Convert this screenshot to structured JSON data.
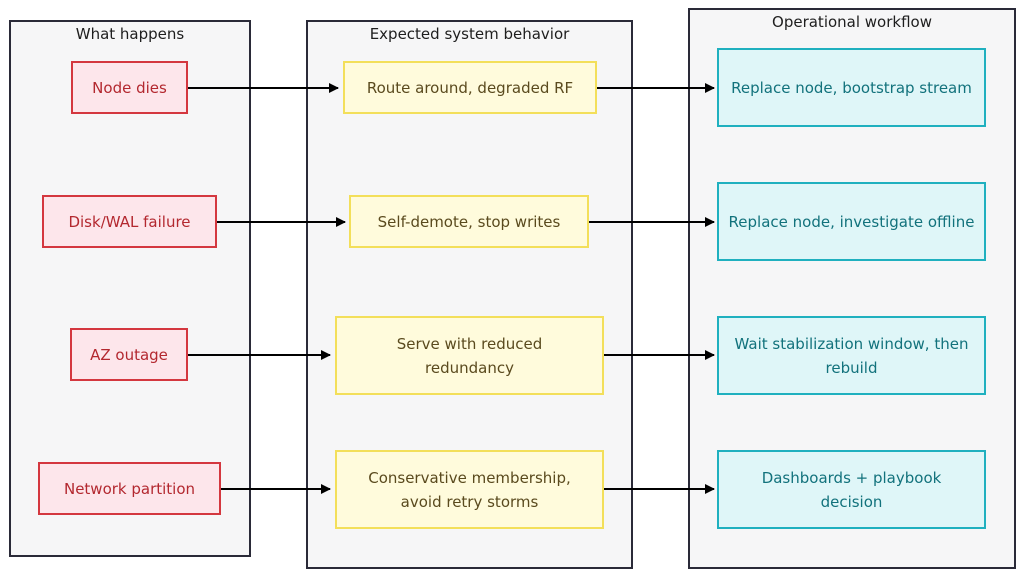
{
  "lanes": {
    "what_happens": "What happens",
    "expected": "Expected system behavior",
    "workflow": "Operational workflow"
  },
  "rows": [
    {
      "event": "Node dies",
      "behavior": "Route around, degraded RF",
      "action": "Replace node, bootstrap stream"
    },
    {
      "event": "Disk/WAL failure",
      "behavior": "Self-demote, stop writes",
      "action": "Replace node, investigate offline"
    },
    {
      "event": "AZ outage",
      "behavior": "Serve with reduced redundancy",
      "action": "Wait stabilization window, then rebuild"
    },
    {
      "event": "Network partition",
      "behavior": "Conservative membership, avoid retry storms",
      "action": "Dashboards + playbook decision"
    }
  ],
  "colors": {
    "event_border": "#d4373f",
    "behavior_border": "#f3df5a",
    "action_border": "#1fb0bf",
    "lane_border": "#2a2a38",
    "arrow": "#000000"
  }
}
